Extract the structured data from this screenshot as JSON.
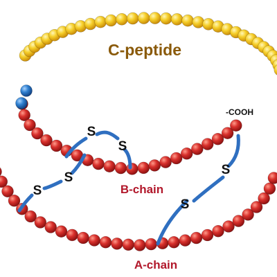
{
  "labels": {
    "c_peptide": "C-peptide",
    "cooh": "-COOH",
    "b_chain": "B-chain",
    "a_chain": "A-chain"
  },
  "sulfur": [
    "S",
    "S",
    "S",
    "S",
    "S",
    "S"
  ],
  "colors": {
    "c_peptide_residue": "#f2c21a",
    "linker_residue": "#2a78c8",
    "chain_residue": "#d42a2a",
    "disulfide_bond": "#2f6fc0",
    "chain_label": "#b2182b",
    "c_peptide_label": "#8a5a0a",
    "sulfur_label": "#111111"
  }
}
